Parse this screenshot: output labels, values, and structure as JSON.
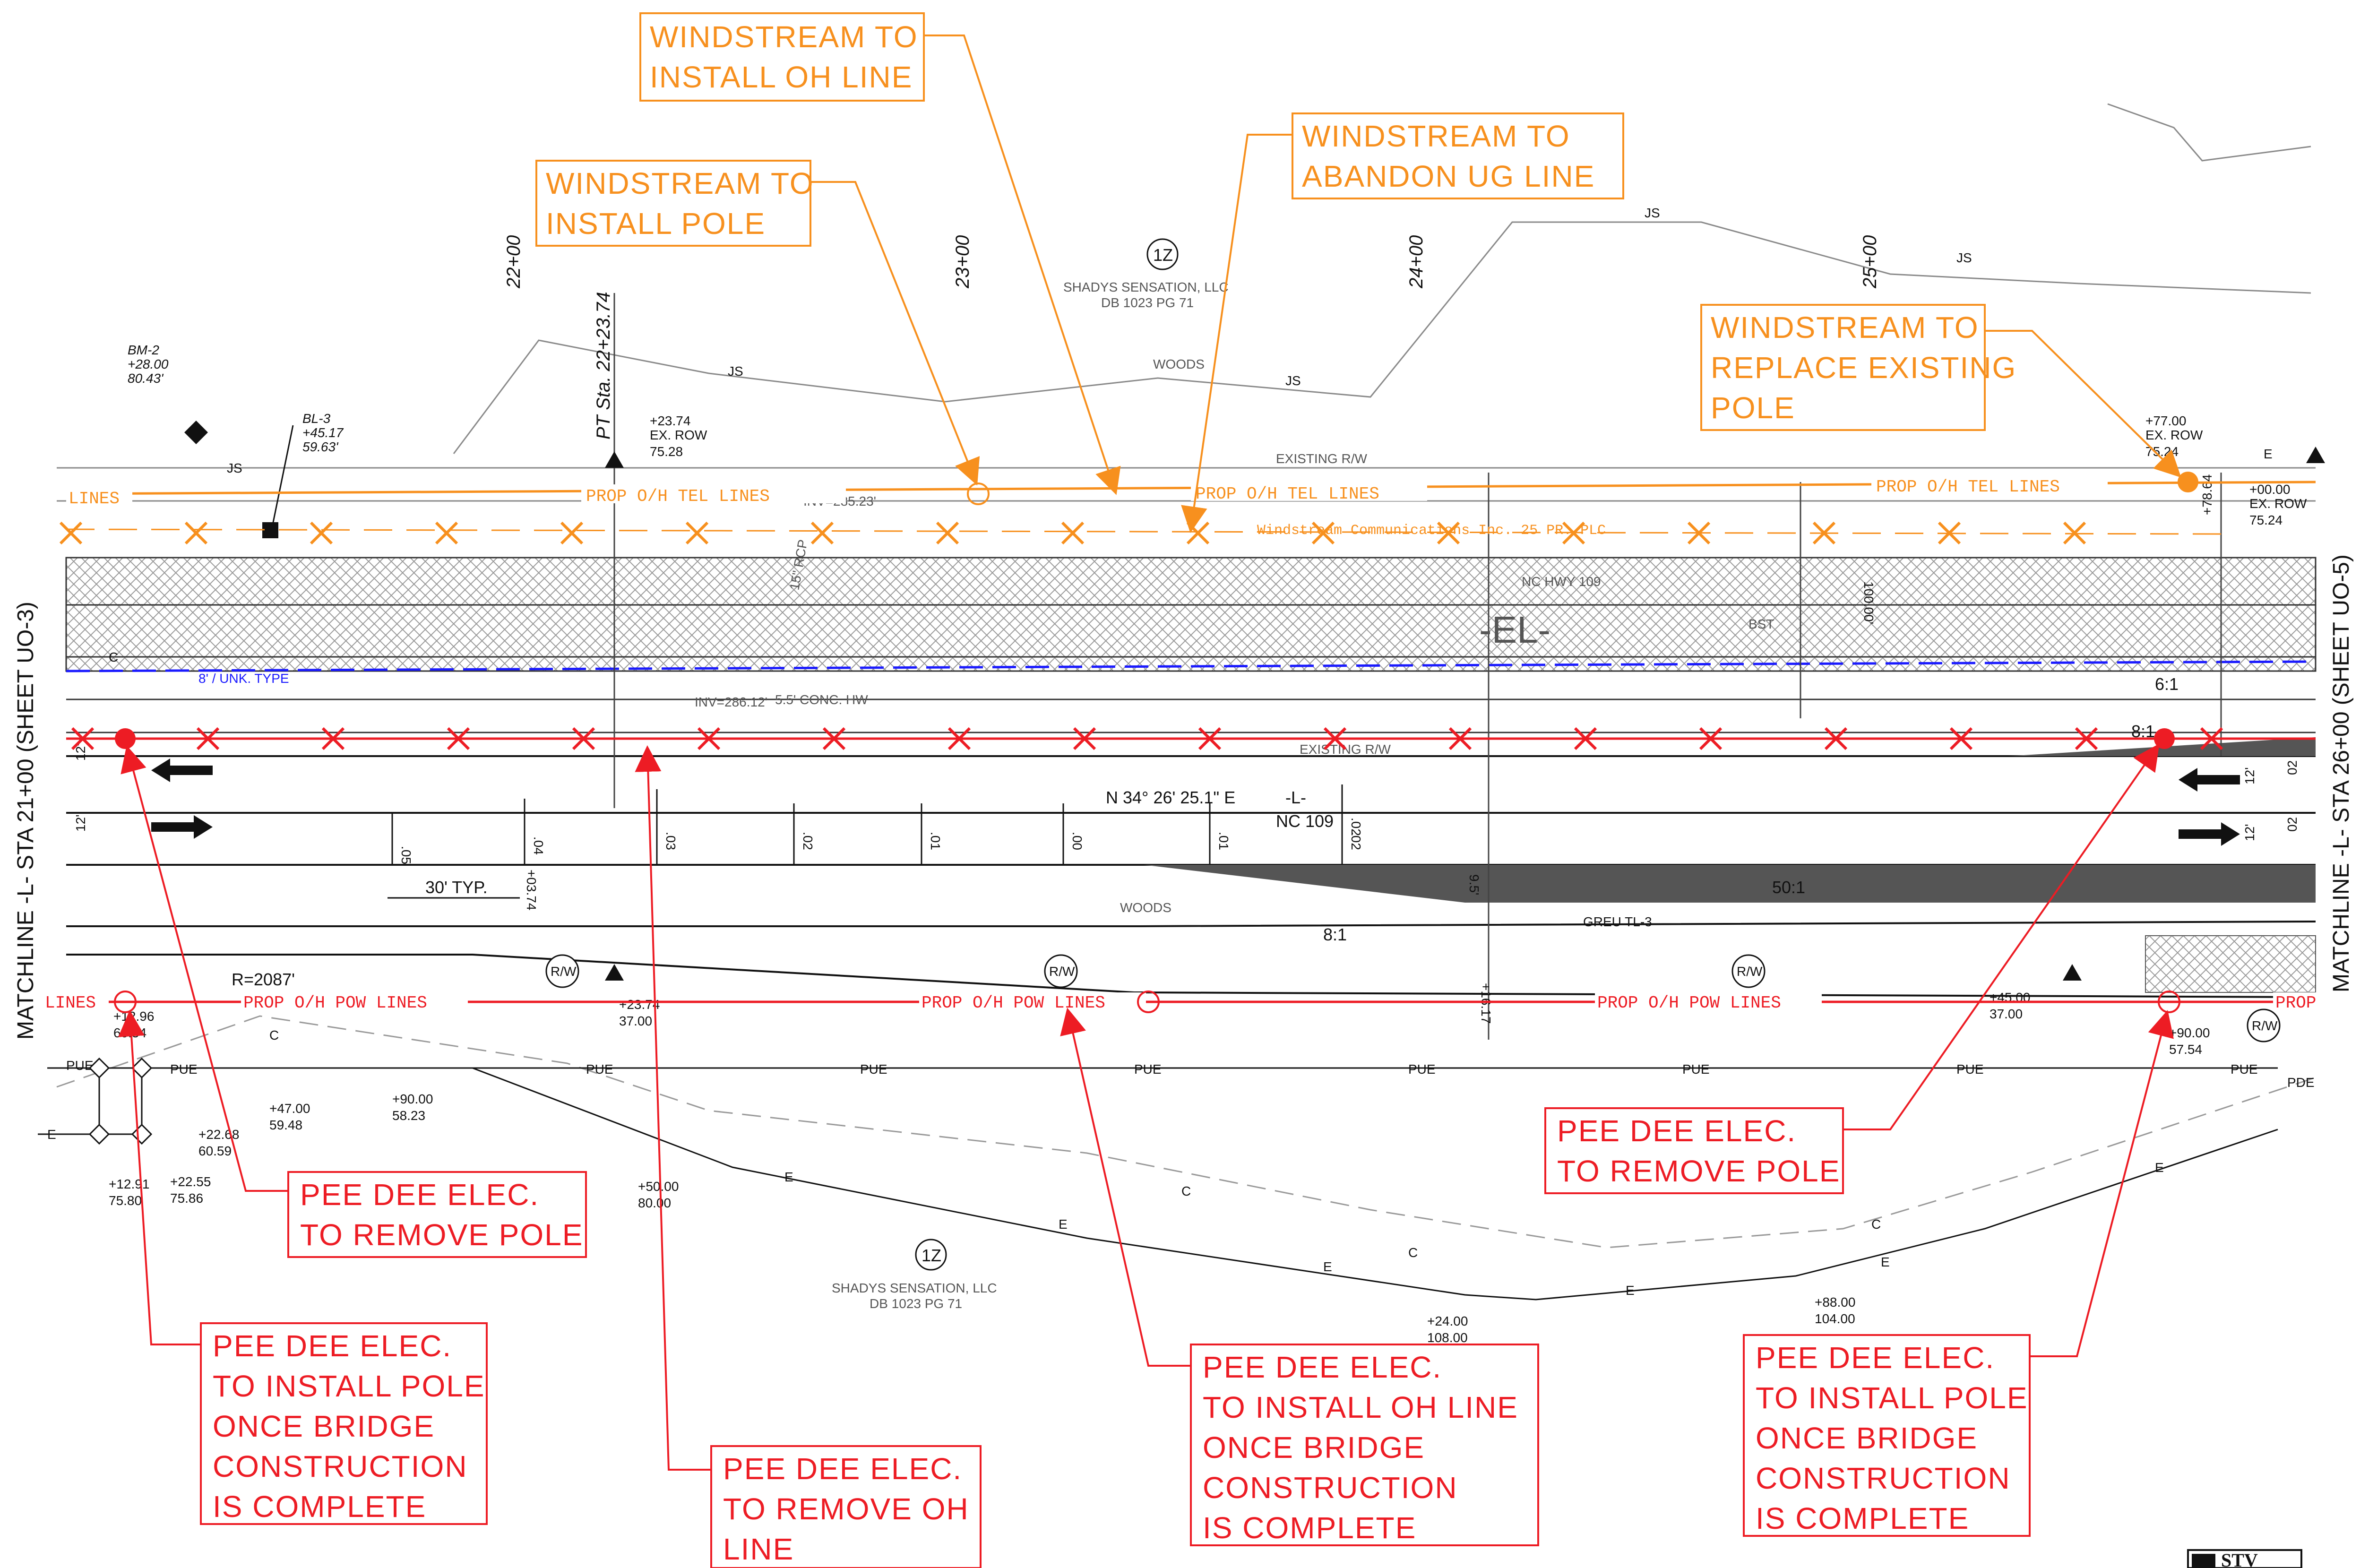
{
  "colors": {
    "windstream": "#f7901e",
    "peedee": "#ed1c24",
    "linework": "#111111",
    "faint": "#8a8a8a",
    "existing_utility": "#1a1aff",
    "pavement": "#555555"
  },
  "matchlines": {
    "left": "MATCHLINE -L- STA 21+00 (SHEET UO-3)",
    "right": "MATCHLINE -L- STA 26+00 (SHEET UO-5)"
  },
  "stations": [
    "22+00",
    "23+00",
    "24+00",
    "25+00"
  ],
  "pt_station": "PT Sta. 22+23.74",
  "property": {
    "owner_id": "1Z",
    "owner_line1": "SHADYS SENSATION, LLC",
    "owner_line2": "DB 1023 PG 71"
  },
  "callouts": {
    "ws_install_oh": [
      "WINDSTREAM  TO",
      "INSTALL  OH  LINE"
    ],
    "ws_install_pole": [
      "WINDSTREAM  TO",
      "INSTALL POLE"
    ],
    "ws_abandon_ug": [
      "WINDSTREAM  TO",
      "ABANDON  UG  LINE"
    ],
    "ws_replace_pole": [
      "WINDSTREAM  TO",
      "REPLACE  EXISTING",
      "POLE"
    ],
    "pd_remove_pole_left": [
      "PEE  DEE  ELEC.",
      "TO  REMOVE  POLE"
    ],
    "pd_remove_pole_right": [
      "PEE  DEE  ELEC.",
      "TO  REMOVE  POLE"
    ],
    "pd_install_pole_left": [
      "PEE  DEE  ELEC.",
      "TO  INSTALL  POLE",
      "ONCE  BRIDGE",
      "CONSTRUCTION",
      "IS  COMPLETE"
    ],
    "pd_remove_oh": [
      "PEE  DEE  ELEC.",
      "TO  REMOVE  OH",
      "LINE"
    ],
    "pd_install_oh": [
      "PEE  DEE  ELEC.",
      "TO  INSTALL  OH  LINE",
      "ONCE  BRIDGE",
      "CONSTRUCTION",
      "IS  COMPLETE"
    ],
    "pd_install_pole_right": [
      "PEE  DEE  ELEC.",
      "TO  INSTALL  POLE",
      "ONCE  BRIDGE",
      "CONSTRUCTION",
      "IS  COMPLETE"
    ]
  },
  "line_labels": {
    "prop_tel": "PROP O/H TEL LINES",
    "prop_pow": "PROP O/H POW LINES",
    "lines_left": "LINES",
    "prop_right": "PROP",
    "windstream_ug": "Windstream Communications Inc. 25 PR. PLC",
    "existing_rw": "EXISTING R/W",
    "existing_rw2": "EXISTING R/W",
    "nc_hwy": "NC HWY 109",
    "el": "-EL-",
    "bst": "BST",
    "unk_type": "8' / UNK. TYPE",
    "conc_hw": "5.5' CONC. HW",
    "inv_top": "INV=285.23'",
    "inv_bot": "INV=286.12'",
    "rcp": "15\" RCP",
    "bearing": "N 34° 26' 25.1\" E",
    "l_line": "-L-",
    "nc109": "NC 109",
    "woods_top": "WOODS",
    "woods_bot": "WOODS",
    "typ": "30' TYP.",
    "r_curve": "R=2087'",
    "greu": "GREU  TL-3",
    "ratio_50": "50:1",
    "ratio_8a": "8:1",
    "ratio_8b": "8:1",
    "ratio_6": "6:1"
  },
  "benchmarks": {
    "bm2": [
      "BM-2",
      "+28.00",
      "80.43'"
    ],
    "bl3": [
      "BL-3",
      "+45.17",
      "59.63'"
    ]
  },
  "row_marks": [
    {
      "sta": "+23.74",
      "off": "EX. ROW",
      "val": "75.28"
    },
    {
      "sta": "+77.00",
      "off": "EX. ROW",
      "val": "75.24"
    },
    {
      "sta": "+00.00",
      "off": "EX. ROW",
      "val": "75.24"
    }
  ],
  "offsets": [
    {
      "sta": "+12.96",
      "off": "60.54"
    },
    {
      "sta": "+22.68",
      "off": "60.59"
    },
    {
      "sta": "+47.00",
      "off": "59.48"
    },
    {
      "sta": "+90.00",
      "off": "58.23"
    },
    {
      "sta": "+23.74",
      "off": "37.00"
    },
    {
      "sta": "+45.00",
      "off": "37.00"
    },
    {
      "sta": "+90.00",
      "off": "57.54"
    },
    {
      "sta": "+12.91",
      "off": "75.80"
    },
    {
      "sta": "+22.55",
      "off": "75.86"
    },
    {
      "sta": "+50.00",
      "off": "80.00"
    },
    {
      "sta": "+24.00",
      "off": "108.00"
    },
    {
      "sta": "+88.00",
      "off": "104.00"
    }
  ],
  "slopes": [
    ".05",
    ".04",
    ".03",
    ".02",
    ".01",
    ".00",
    ".01",
    ".02",
    ".02"
  ],
  "dims": {
    "d1": "12'",
    "d2": "12'",
    "d3": "12'",
    "d4": "12'",
    "d5": "+03.74",
    "d6": "+16.17",
    "d7": "+78.64",
    "d8": "9.5'",
    "d9": "100.00'",
    "d10": "02",
    "d11": "02"
  },
  "tags": {
    "pue": "PUE",
    "pde": "PDE",
    "js": "JS",
    "e": "E",
    "c": "C",
    "rw": "R/W"
  },
  "logo": "STV"
}
